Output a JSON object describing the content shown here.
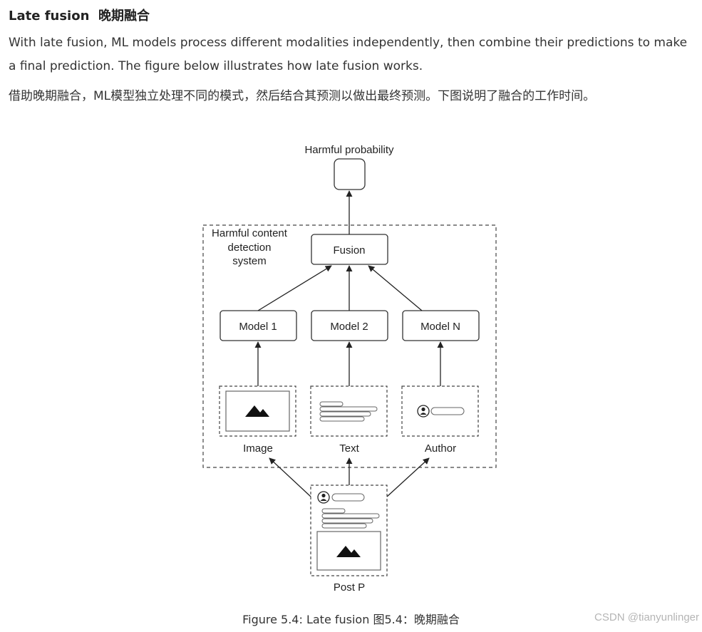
{
  "section": {
    "title": "Late fusion",
    "title_zh": "晚期融合",
    "para_en": "With late fusion, ML models process different modalities independently, then combine their predictions to make a final prediction. The figure below illustrates how late fusion works.",
    "para_zh": "借助晚期融合，ML模型独立处理不同的模式，然后结合其预测以做出最终预测。下图说明了融合的工作时间。"
  },
  "diagram": {
    "output_label": "Harmful probability",
    "system_label": [
      "Harmful content",
      "detection",
      "system"
    ],
    "fusion_label": "Fusion",
    "models": [
      "Model 1",
      "Model 2",
      "Model N"
    ],
    "modalities": [
      "Image",
      "Text",
      "Author"
    ],
    "post_label": "Post P"
  },
  "caption": "Figure 5.4: Late fusion 图5.4：晚期融合",
  "watermark": "CSDN @tianyunlinger"
}
